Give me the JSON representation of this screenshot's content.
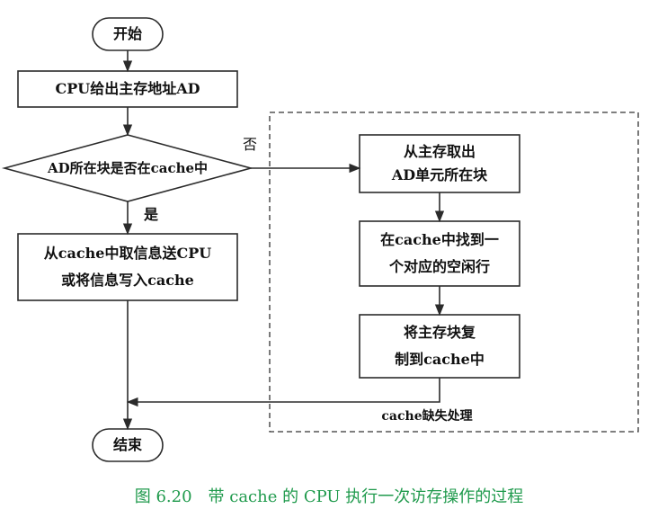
{
  "nodes": {
    "start": "开始",
    "cpu_address": "CPU给出主存地址AD",
    "decision": "AD所在块是否在cache中",
    "read_from_cache_line1": "从cache中取信息送CPU",
    "read_from_cache_line2": "或将信息写入cache",
    "fetch_block_line1": "从主存取出",
    "fetch_block_line2": "AD单元所在块",
    "find_line_line1": "在cache中找到一",
    "find_line_line2": "个对应的空闲行",
    "copy_block_line1": "将主存块复",
    "copy_block_line2": "制到cache中",
    "end": "结束"
  },
  "edge_labels": {
    "no": "否",
    "yes": "是"
  },
  "group_label": "cache缺失处理",
  "caption": "图 6.20　带 cache 的 CPU 执行一次访存操作的过程",
  "colors": {
    "line": "#2b2b2b",
    "caption": "#1f9a4c"
  }
}
